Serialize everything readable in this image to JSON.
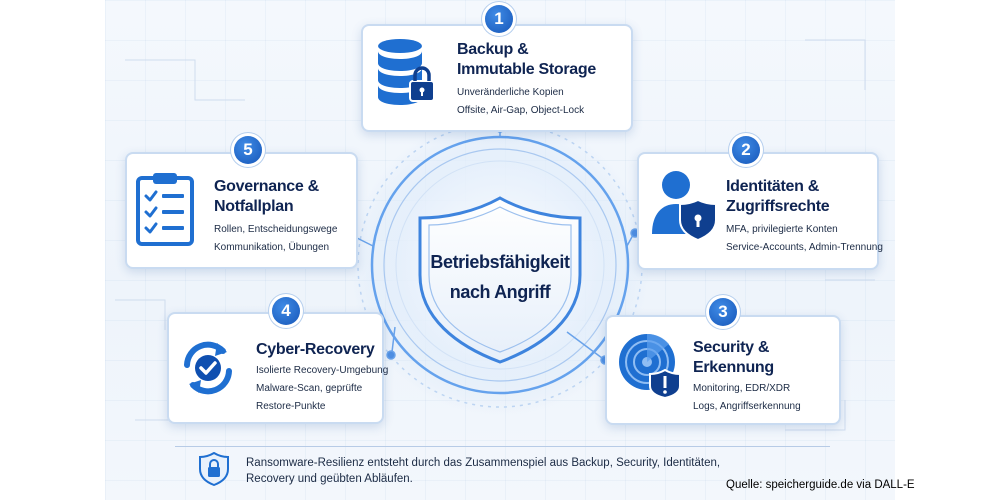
{
  "center": {
    "line1": "Betriebsfähigkeit",
    "line2": "nach Angriff"
  },
  "cards": [
    {
      "number": "1",
      "title_line1": "Backup &",
      "title_line2": "Immutable Storage",
      "desc_line1": "Unveränderliche Kopien",
      "desc_line2": "Offsite, Air-Gap, Object-Lock",
      "icon": "database-lock-icon"
    },
    {
      "number": "2",
      "title_line1": "Identitäten &",
      "title_line2": "Zugriffsrechte",
      "desc_line1": "MFA, privilegierte Konten",
      "desc_line2": "Service-Accounts, Admin-Trennung",
      "icon": "user-shield-icon"
    },
    {
      "number": "3",
      "title_line1": "Security &",
      "title_line2": "Erkennung",
      "desc_line1": "Monitoring, EDR/XDR",
      "desc_line2": "Logs, Angriffserkennung",
      "icon": "radar-alert-icon"
    },
    {
      "number": "4",
      "title_line1": "Cyber-Recovery",
      "desc_line1": "Isolierte Recovery-Umgebung",
      "desc_line2": "Malware-Scan, geprüfte",
      "desc_line3": "Restore-Punkte",
      "icon": "recovery-check-icon"
    },
    {
      "number": "5",
      "title_line1": "Governance &",
      "title_line2": "Notfallplan",
      "desc_line1": "Rollen, Entscheidungswege",
      "desc_line2": "Kommunikation, Übungen",
      "icon": "checklist-clipboard-icon"
    }
  ],
  "footer": {
    "line1": "Ransomware-Resilienz entsteht durch das Zusammenspiel aus Backup, Security, Identitäten,",
    "line2": "Recovery und geübten Abläufen.",
    "icon": "shield-lock-icon"
  },
  "credit": "Quelle: speicherguide.de via DALL-E",
  "colors": {
    "accent": "#1f6fd1",
    "title": "#0f2452",
    "border": "#c9dbf1",
    "background": "#eef4fb"
  }
}
